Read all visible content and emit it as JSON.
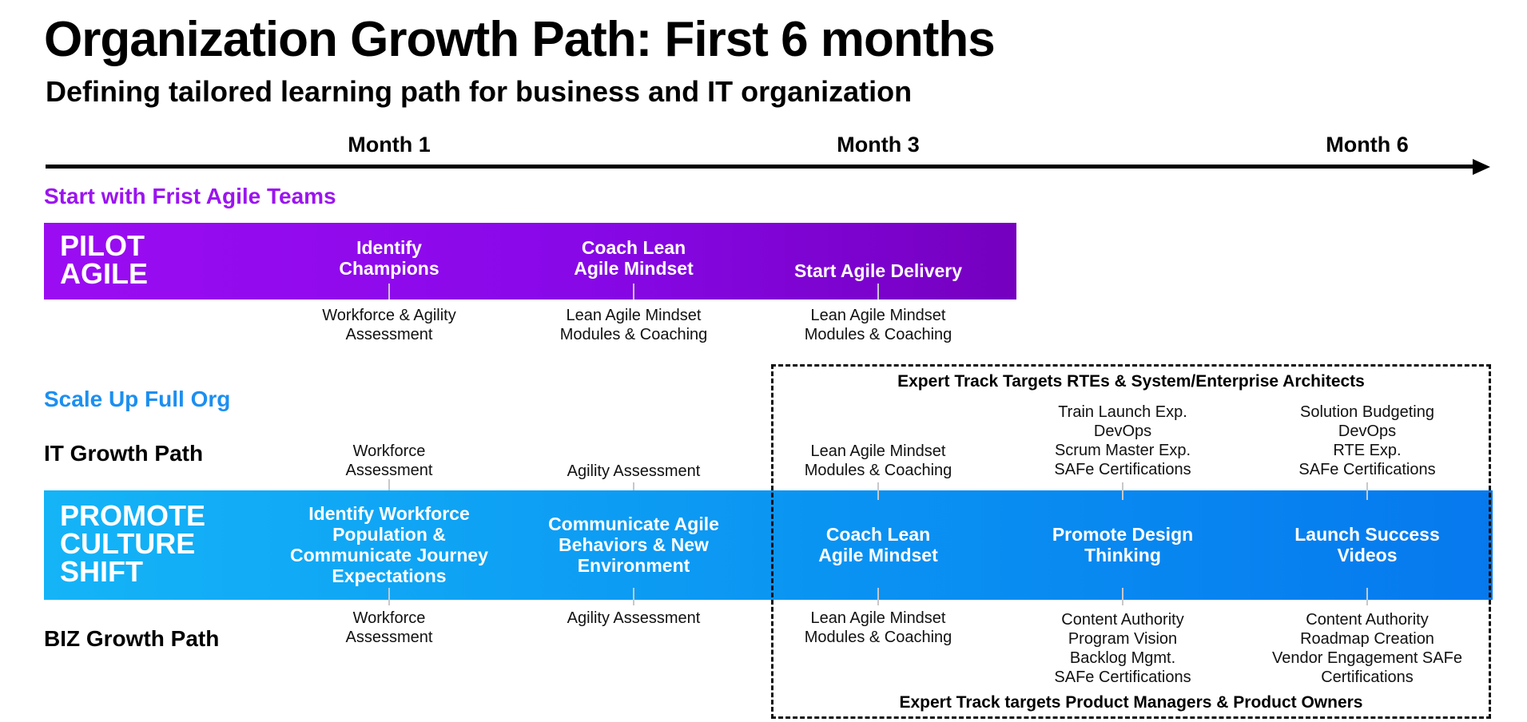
{
  "header": {
    "title": "Organization Growth Path: First 6 months",
    "subtitle": "Defining tailored learning path for business and IT organization"
  },
  "timeline": {
    "months": [
      "Month 1",
      "Month 3",
      "Month 6"
    ]
  },
  "pilot": {
    "heading": "Start with Frist Agile Teams",
    "band_label": "PILOT\nAGILE",
    "steps": [
      {
        "title": "Identify\nChampions",
        "note": "Workforce & Agility\nAssessment"
      },
      {
        "title": "Coach Lean\nAgile Mindset",
        "note": "Lean Agile Mindset\nModules & Coaching"
      },
      {
        "title": "Start Agile Delivery",
        "subtitle": "(First PI)",
        "note": "Lean Agile Mindset\nModules & Coaching"
      }
    ]
  },
  "scale": {
    "heading": "Scale Up Full Org",
    "it_label": "IT Growth Path",
    "biz_label": "BIZ Growth Path",
    "band_label": "PROMOTE\nCULTURE\nSHIFT",
    "steps": [
      {
        "title": "Identify Workforce\nPopulation &\nCommunicate Journey\nExpectations",
        "it_note": "Workforce\nAssessment",
        "biz_note": "Workforce\nAssessment"
      },
      {
        "title": "Communicate Agile\nBehaviors & New\nEnvironment",
        "it_note": "Agility Assessment",
        "biz_note": "Agility Assessment"
      },
      {
        "title": "Coach Lean\nAgile Mindset",
        "it_note": "Lean Agile Mindset\nModules & Coaching",
        "biz_note": "Lean Agile Mindset\nModules & Coaching"
      },
      {
        "title": "Promote Design\nThinking",
        "it_note": "Train Launch Exp.\nDevOps\nScrum Master Exp.\nSAFe Certifications",
        "biz_note": "Content Authority\nProgram Vision\nBacklog Mgmt.\nSAFe Certifications"
      },
      {
        "title": "Launch Success\nVideos",
        "it_note": "Solution Budgeting\nDevOps\nRTE Exp.\nSAFe Certifications",
        "biz_note": "Content Authority\nRoadmap Creation\nVendor Engagement SAFe\nCertifications"
      }
    ],
    "expert_top": "Expert Track Targets RTEs & System/Enterprise Architects",
    "expert_bottom": "Expert Track targets Product Managers & Product Owners"
  }
}
